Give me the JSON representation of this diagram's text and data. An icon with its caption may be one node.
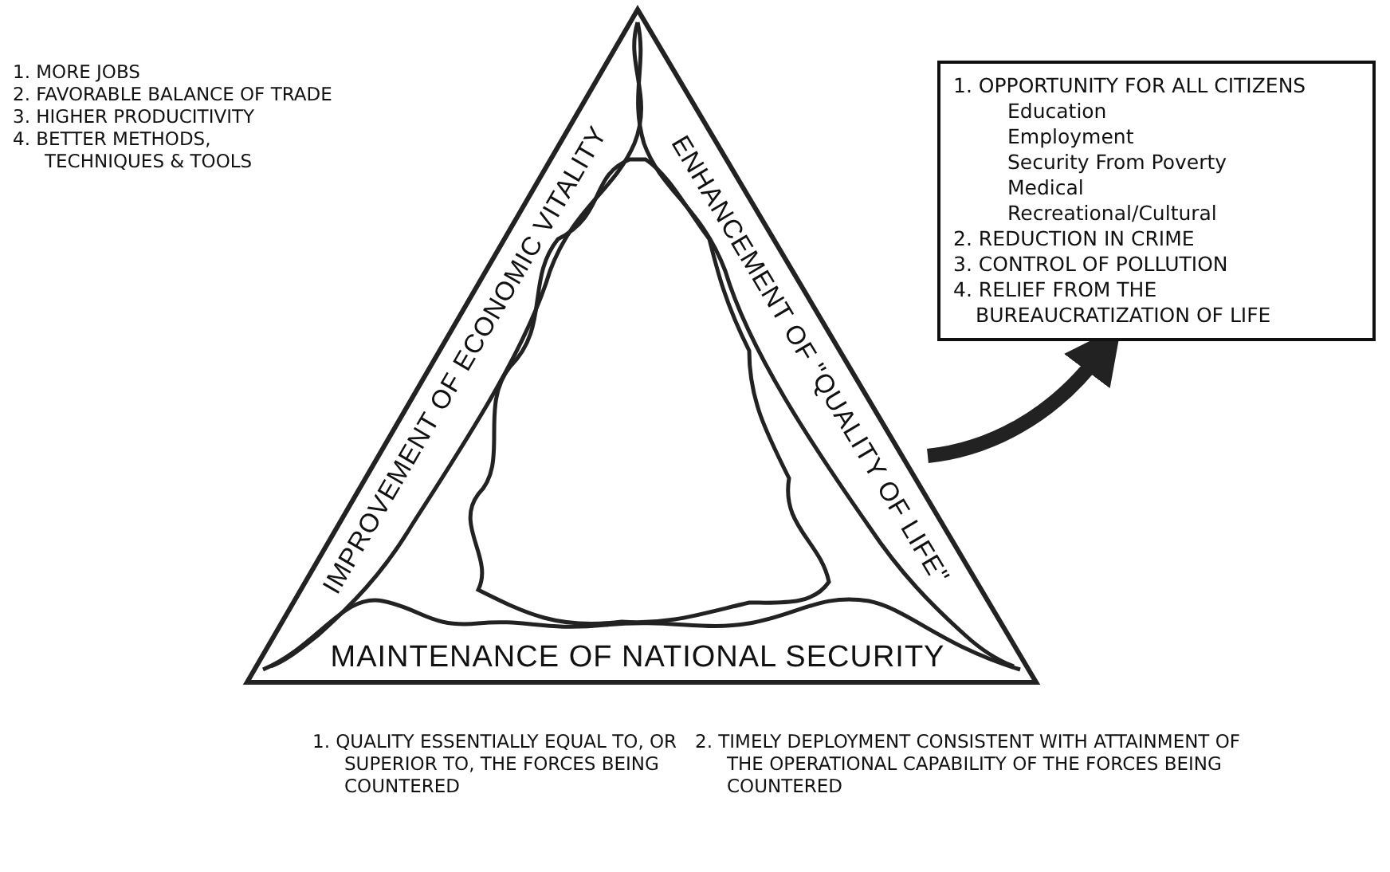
{
  "diagram": {
    "nodes": [
      {
        "text": [
          "IMPROVEMENT OF ECONOMIC VITALITY"
        ]
      },
      {
        "text": [
          "ENHANCEMENT OF \"QUALITY OF LIFE\""
        ]
      },
      {
        "text": [
          "MAINTENANCE OF NATIONAL SECURITY"
        ]
      },
      {
        "text": [
          "1. OPPORTUNITY FOR ALL CITIZENS",
          "Education",
          "Employment",
          "Security From Poverty",
          "Medical",
          "Recreational/Cultural",
          "2. REDUCTION IN CRIME",
          "3. CONTROL OF POLLUTION",
          "4. RELIEF FROM THE BUREAUCRATIZATION OF LIFE"
        ]
      }
    ],
    "edges": [
      {
        "from": 1,
        "to": 3,
        "arrow": "to"
      }
    ],
    "labels": [
      "1. MORE JOBS",
      "2. FAVORABLE BALANCE OF TRADE",
      "3. HIGHER PRODUCITIVITY",
      "4. BETTER METHODS, TECHNIQUES & TOOLS",
      "1. QUALITY ESSENTIALLY EQUAL TO, OR SUPERIOR TO, THE FORCES BEING COUNTERED",
      "2. TIMELY DEPLOYMENT CONSISTENT WITH ATTAINMENT OF THE OPERATIONAL CAPABILITY OF THE FORCES BEING COUNTERED"
    ]
  }
}
